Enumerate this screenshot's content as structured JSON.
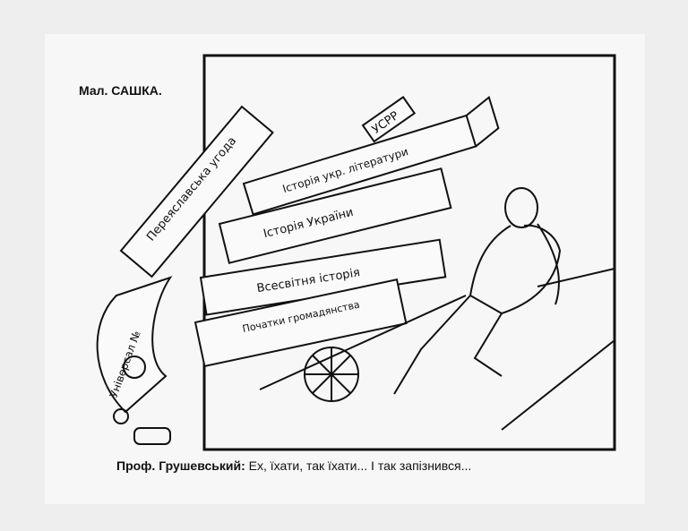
{
  "author_credit": "Мал. САШКА.",
  "caption": {
    "speaker": "Проф. Грушевський:",
    "line": "Ех, їхати, так їхати... І так запізнився..."
  },
  "drawing": {
    "sign": "УСРР",
    "books": [
      "Історія укр. літератури",
      "Історія України",
      "Всесвітня історія",
      "Початки громадянства"
    ],
    "left_book": "Переяславська угода",
    "scroll": "Універсал №"
  },
  "colors": {
    "ink": "#111111",
    "paper": "#f7f7f7",
    "background": "#eeeeee"
  }
}
